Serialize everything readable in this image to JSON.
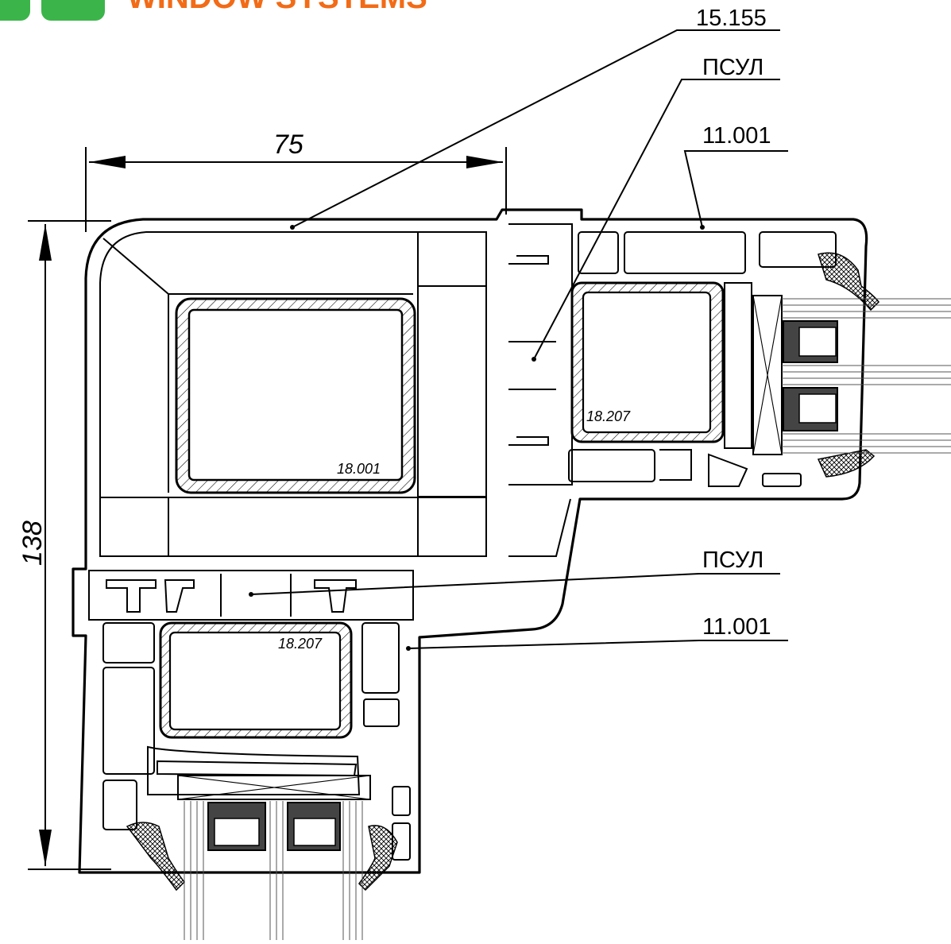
{
  "brand": {
    "name": "WINDOW SYSTEMS",
    "logo_color": "#3bb54a",
    "text_color": "#f26b16"
  },
  "dimensions": {
    "width": "75",
    "height": "138"
  },
  "callouts": {
    "top_profile": "15.155",
    "top_insert": "ПСУЛ",
    "top_frame": "11.001",
    "mid_insert": "ПСУЛ",
    "mid_frame": "11.001"
  },
  "inner_labels": {
    "main_reinforcement": "18.001",
    "right_reinforcement": "18.207",
    "bottom_reinforcement": "18.207"
  }
}
